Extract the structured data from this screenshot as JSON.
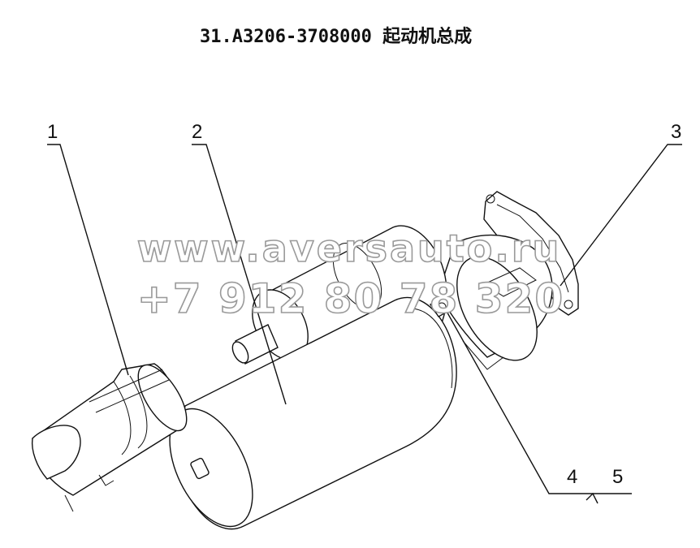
{
  "title": "31.A3206-3708000   起动机总成",
  "callouts": [
    "1",
    "2",
    "3",
    "4",
    "5"
  ],
  "watermark": {
    "line1": "www.aversauto.ru",
    "line2": "+7 912 80 78 320"
  },
  "colors": {
    "line": "#111111",
    "watermark_outline": "#9a9a9a",
    "background": "#ffffff"
  }
}
